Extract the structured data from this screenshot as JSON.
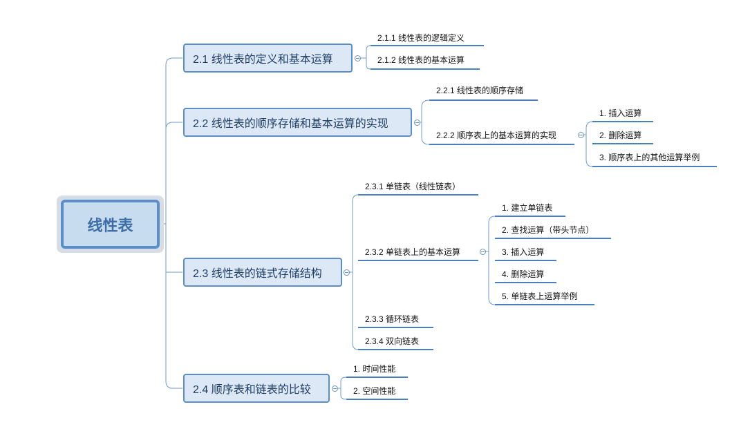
{
  "root": {
    "label": "线性表"
  },
  "topics": [
    {
      "label": "2.1 线性表的定义和基本运算",
      "children": [
        {
          "label": "2.1.1 线性表的逻辑定义"
        },
        {
          "label": "2.1.2 线性表的基本运算"
        }
      ]
    },
    {
      "label": "2.2 线性表的顺序存储和基本运算的实现",
      "children": [
        {
          "label": "2.2.1 线性表的顺序存储"
        },
        {
          "label": "2.2.2 顺序表上的基本运算的实现",
          "children": [
            {
              "label": "1. 插入运算"
            },
            {
              "label": "2. 删除运算"
            },
            {
              "label": "3. 顺序表上的其他运算举例"
            }
          ]
        }
      ]
    },
    {
      "label": "2.3 线性表的链式存储结构",
      "children": [
        {
          "label": "2.3.1 单链表（线性链表）"
        },
        {
          "label": "2.3.2 单链表上的基本运算",
          "children": [
            {
              "label": "1. 建立单链表"
            },
            {
              "label": "2. 查找运算（带头节点）"
            },
            {
              "label": "3. 插入运算"
            },
            {
              "label": "4. 删除运算"
            },
            {
              "label": "5. 单链表上运算举例"
            }
          ]
        },
        {
          "label": "2.3.3 循环链表"
        },
        {
          "label": "2.3.4 双向链表"
        }
      ]
    },
    {
      "label": "2.4 顺序表和链表的比较",
      "children": [
        {
          "label": "1. 时间性能"
        },
        {
          "label": "2. 空间性能"
        }
      ]
    }
  ],
  "colors": {
    "line": "#6f9bcf",
    "underline": "#4a7fc1",
    "topic_border": "#5b8ec9",
    "topic_fill": "#dce8f5",
    "root_fill": "#c7dcef"
  }
}
